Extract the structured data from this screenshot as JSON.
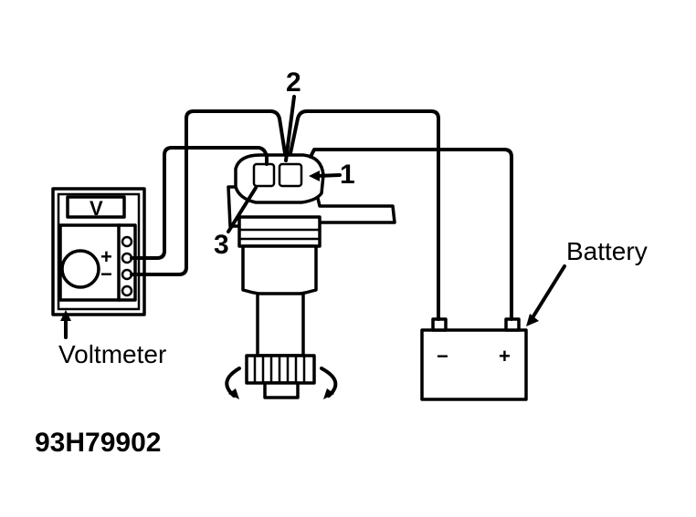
{
  "labels": {
    "pin_1": "1",
    "pin_2": "2",
    "pin_3": "3",
    "battery": "Battery",
    "voltmeter": "Voltmeter",
    "figure_code": "93H79902"
  },
  "voltmeter": {
    "display": "V",
    "plus": "+",
    "minus": "−"
  },
  "battery": {
    "minus": "−",
    "plus": "+"
  }
}
